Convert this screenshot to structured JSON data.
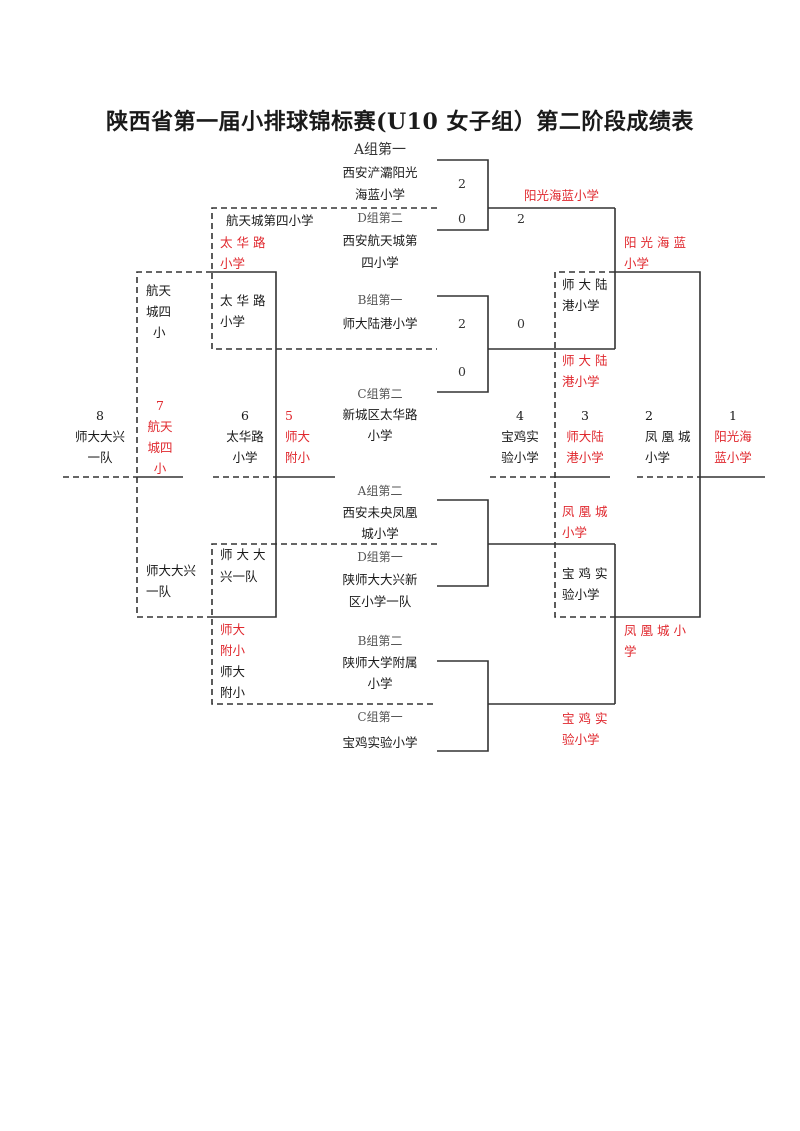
{
  "title": "陕西省第一届小排球锦标赛(U10 女子组）第二阶段成绩表",
  "colors": {
    "winner": "#e0292f",
    "text": "#1a1a1a",
    "line": "#333333"
  },
  "round1": [
    {
      "seed": "A组第一",
      "team": [
        "西安浐灞阳光",
        "海蓝小学"
      ],
      "score": "2"
    },
    {
      "seed": "D组第二",
      "team": [
        "西安航天城第",
        "四小学"
      ],
      "score": "0"
    },
    {
      "seed": "B组第一",
      "team": [
        "师大陆港小学"
      ],
      "score": "2"
    },
    {
      "seed": "C组第二",
      "team": [
        "新城区太华路",
        "小学"
      ],
      "score": "0"
    },
    {
      "seed": "A组第二",
      "team": [
        "西安未央凤凰",
        "城小学"
      ]
    },
    {
      "seed": "D组第一",
      "team": [
        "陕师大大兴新",
        "区小学一队"
      ]
    },
    {
      "seed": "B组第二",
      "team": [
        "陕师大学附属",
        "小学"
      ]
    },
    {
      "seed": "C组第一",
      "team": [
        "宝鸡实验小学"
      ]
    }
  ],
  "semis": {
    "top_score_a": "2",
    "top_score_b": "0",
    "top_winner": "阳光海蓝小学",
    "top_loser": [
      "师大陆",
      "港小学"
    ],
    "top_loser_winner": [
      "师大陆",
      "港小学"
    ],
    "bottom_winner": [
      "凤凰城",
      "小学"
    ],
    "bottom_loser": [
      "宝鸡实",
      "验小学"
    ],
    "bottom_loser_winner": [
      "宝鸡实",
      "验小学"
    ]
  },
  "final": {
    "winner": [
      "阳光海蓝",
      "小学"
    ],
    "other": [
      "凤凰城小",
      "学"
    ]
  },
  "classification": {
    "q_loser_top": "航天城第四小学",
    "q_loser_top_winner": [
      "太华路",
      "小学"
    ],
    "q_loser_top_b": [
      "太华路",
      "小学"
    ],
    "q_loser_bottom_a": [
      "师大大",
      "兴一队"
    ],
    "q_loser_bottom_winner": [
      "师大",
      "附小"
    ],
    "q_loser_bottom_b": [
      "师大",
      "附小"
    ],
    "p78_top": [
      "航天",
      "城四",
      "小"
    ],
    "p78_bottom": [
      "师大大兴",
      "一队"
    ]
  },
  "standings": [
    {
      "rank": "8",
      "team": [
        "师大大兴",
        "一队"
      ],
      "highlight": false
    },
    {
      "rank": "7",
      "team": [
        "航天",
        "城四",
        "小"
      ],
      "highlight": true
    },
    {
      "rank": "6",
      "team": [
        "太华路",
        "小学"
      ],
      "highlight": false
    },
    {
      "rank": "5",
      "team": [
        "师大",
        "附小"
      ],
      "highlight": true
    },
    {
      "rank": "4",
      "team": [
        "宝鸡实",
        "验小学"
      ],
      "highlight": false
    },
    {
      "rank": "3",
      "team": [
        "师大陆",
        "港小学"
      ],
      "highlight": true
    },
    {
      "rank": "2",
      "team": [
        "凤凰城",
        "小学"
      ],
      "highlight": false
    },
    {
      "rank": "1",
      "team": [
        "阳光海",
        "蓝小学"
      ],
      "highlight": true
    }
  ]
}
